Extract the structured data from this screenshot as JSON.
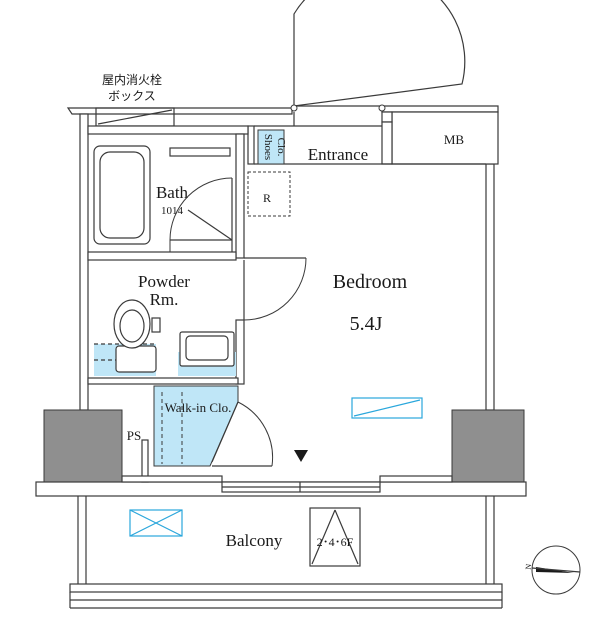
{
  "labels": {
    "fire_box_line1": "屋内消火栓",
    "fire_box_line2": "ボックス",
    "mb": "MB",
    "shoes_line1": "Shoes",
    "shoes_line2": "Clo.",
    "entrance": "Entrance",
    "r": "R",
    "bath": "Bath",
    "bath_size": "1014",
    "bedroom": "Bedroom",
    "bedroom_size": "5.4J",
    "powder_line1": "Powder",
    "powder_line2": "Rm.",
    "walkin": "Walk-in Clo.",
    "ps": "PS",
    "balcony": "Balcony",
    "floors": "2･4･6F",
    "north": "N"
  },
  "colors": {
    "wall": "#8f8f8f",
    "line": "#3a3a3a",
    "storage": "#bfe6f7",
    "aircon": "#2aa7dc"
  }
}
